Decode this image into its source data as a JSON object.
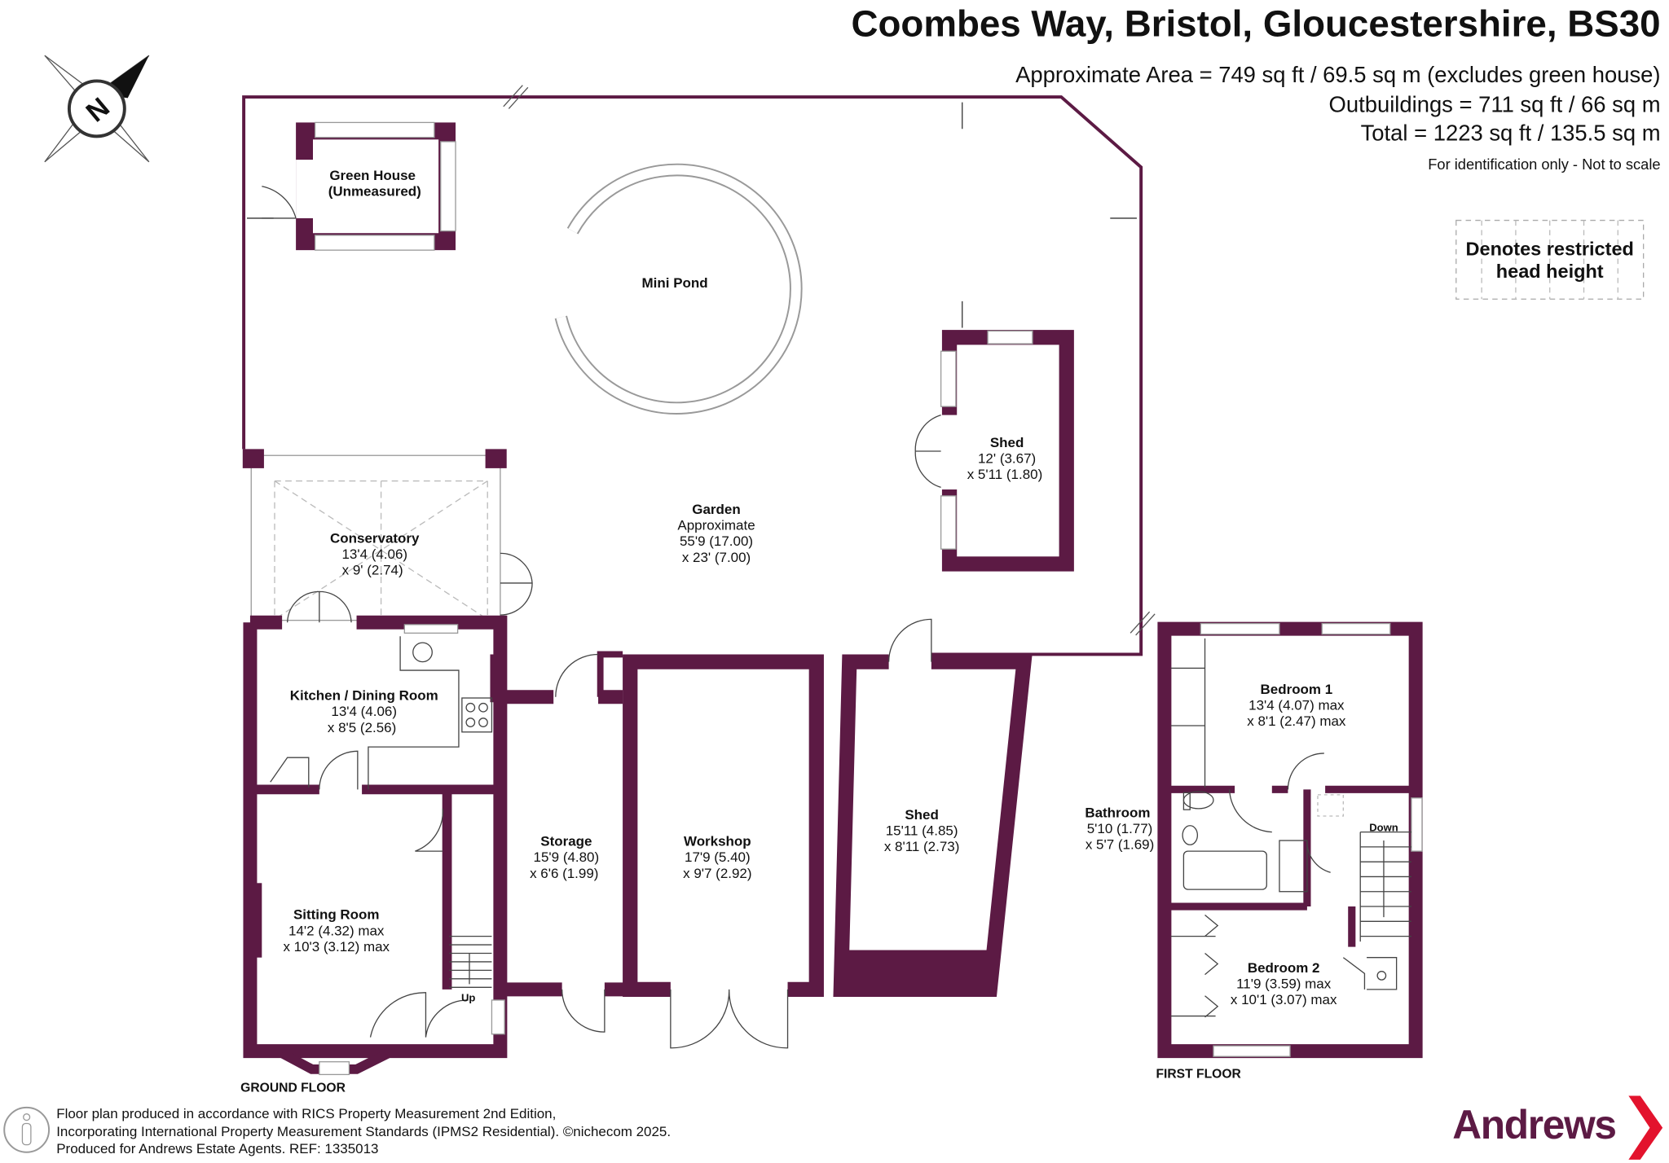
{
  "header": {
    "title": "Coombes Way, Bristol, Gloucestershire, BS30",
    "area": "Approximate Area = 749 sq ft / 69.5 sq m (excludes green house)",
    "outbuildings": "Outbuildings = 711 sq ft / 66 sq m",
    "total": "Total = 1223 sq ft / 135.5 sq m",
    "disclaimer": "For identification only - Not to scale"
  },
  "legend": {
    "line1": "Denotes restricted",
    "line2": "head height"
  },
  "compass": {
    "letter": "N"
  },
  "rooms": {
    "greenhouse": {
      "name": "Green House",
      "dim1": "(Unmeasured)"
    },
    "pond": {
      "name": "Mini Pond"
    },
    "garden": {
      "name": "Garden",
      "dim0": "Approximate",
      "dim1": "55'9 (17.00)",
      "dim2": "x 23' (7.00)"
    },
    "shed1": {
      "name": "Shed",
      "dim1": "12' (3.67)",
      "dim2": "x 5'11 (1.80)"
    },
    "conservatory": {
      "name": "Conservatory",
      "dim1": "13'4 (4.06)",
      "dim2": "x 9' (2.74)"
    },
    "kitchen": {
      "name": "Kitchen / Dining Room",
      "dim1": "13'4 (4.06)",
      "dim2": "x 8'5 (2.56)"
    },
    "sitting": {
      "name": "Sitting Room",
      "dim1": "14'2 (4.32) max",
      "dim2": "x 10'3 (3.12) max"
    },
    "storage": {
      "name": "Storage",
      "dim1": "15'9 (4.80)",
      "dim2": "x 6'6 (1.99)"
    },
    "workshop": {
      "name": "Workshop",
      "dim1": "17'9 (5.40)",
      "dim2": "x 9'7 (2.92)"
    },
    "shed2": {
      "name": "Shed",
      "dim1": "15'11 (4.85)",
      "dim2": "x 8'11 (2.73)"
    },
    "bedroom1": {
      "name": "Bedroom 1",
      "dim1": "13'4 (4.07) max",
      "dim2": "x 8'1 (2.47) max"
    },
    "bathroom": {
      "name": "Bathroom",
      "dim1": "5'10 (1.77)",
      "dim2": "x 5'7 (1.69)"
    },
    "bedroom2": {
      "name": "Bedroom 2",
      "dim1": "11'9 (3.59) max",
      "dim2": "x 10'1 (3.07) max"
    }
  },
  "stairs": {
    "up": "Up",
    "down": "Down"
  },
  "floors": {
    "ground": "GROUND FLOOR",
    "first": "FIRST FLOOR"
  },
  "footer": {
    "line1": "Floor plan produced in accordance with RICS Property Measurement 2nd Edition,",
    "line2": "Incorporating International Property Measurement Standards (IPMS2 Residential).   ©nichecom 2025.",
    "line3": "Produced for Andrews Estate Agents.   REF: 1335013"
  },
  "brand": {
    "name": "Andrews",
    "color": "#5c1a44",
    "accent": "#e3132d"
  },
  "colors": {
    "wall": "#5c1a44"
  }
}
